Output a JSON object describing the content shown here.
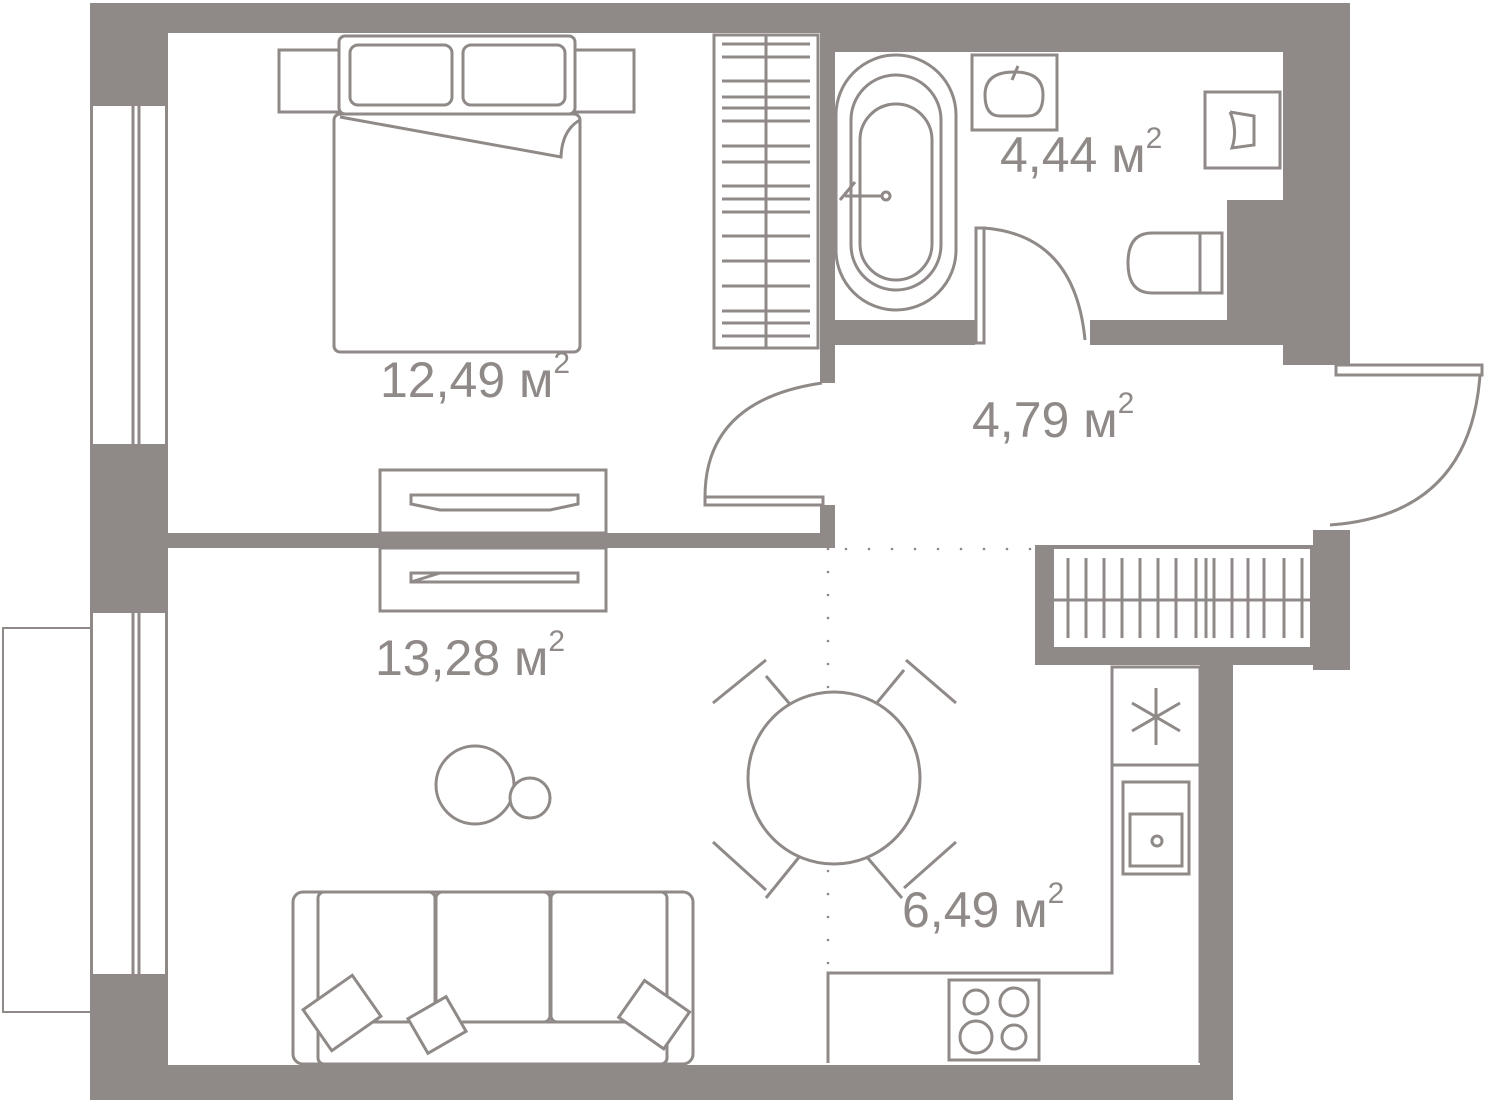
{
  "plan": {
    "wall_color": "#8f8a87",
    "rooms": [
      {
        "name": "bedroom",
        "value": "12,49",
        "unit": "м",
        "exp": "2"
      },
      {
        "name": "bathroom",
        "value": "4,44",
        "unit": "м",
        "exp": "2"
      },
      {
        "name": "hallway",
        "value": "4,79",
        "unit": "м",
        "exp": "2"
      },
      {
        "name": "living-room",
        "value": "13,28",
        "unit": "м",
        "exp": "2"
      },
      {
        "name": "kitchen",
        "value": "6,49",
        "unit": "м",
        "exp": "2"
      }
    ]
  }
}
